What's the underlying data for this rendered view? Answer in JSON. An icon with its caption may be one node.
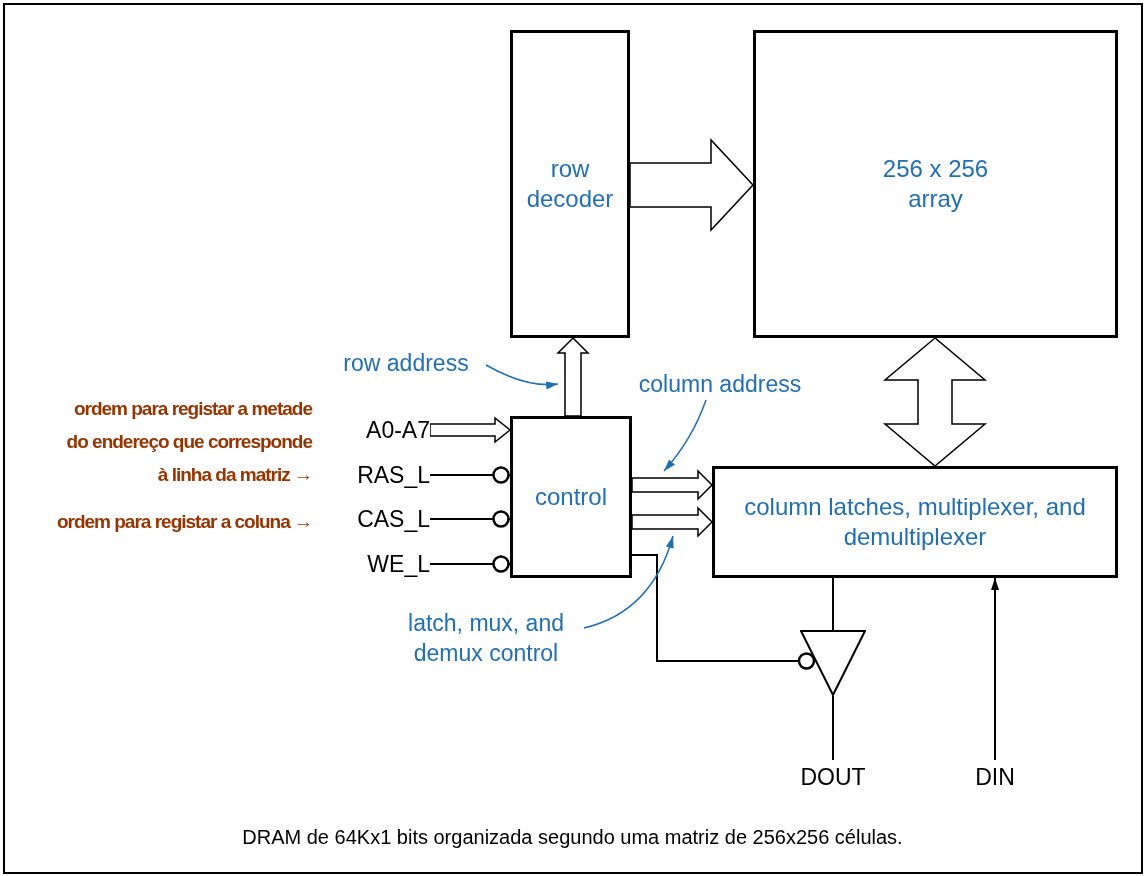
{
  "diagram": {
    "caption": "DRAM de 64Kx1 bits organizada segundo uma matriz de 256x256 células.",
    "nodes": [
      {
        "text": [
          "row decoder"
        ]
      },
      {
        "text": [
          "256 x 256 array"
        ]
      },
      {
        "text": [
          "control"
        ]
      },
      {
        "text": [
          "column latches, multiplexer, and demultiplexer"
        ]
      },
      {
        "text": [],
        "shape": "triangle"
      },
      {
        "text": [
          "A0-A7"
        ]
      },
      {
        "text": [
          "RAS_L"
        ]
      },
      {
        "text": [
          "CAS_L"
        ]
      },
      {
        "text": [
          "WE_L"
        ]
      },
      {
        "text": [
          "DOUT"
        ]
      },
      {
        "text": [
          "DIN"
        ]
      },
      {
        "text": [
          "row address"
        ]
      },
      {
        "text": [
          "column address"
        ]
      },
      {
        "text": [
          "latch, mux, and demux control"
        ]
      }
    ],
    "edges": [
      {
        "from": 0,
        "to": 1,
        "arrow": "to",
        "style": "thick"
      },
      {
        "from": 1,
        "to": 3,
        "arrow": "both",
        "style": "thick"
      },
      {
        "from": 2,
        "to": 0,
        "arrow": "to",
        "style": "thick"
      },
      {
        "from": 5,
        "to": 2,
        "arrow": "to",
        "style": "thick"
      },
      {
        "from": 6,
        "to": 2,
        "arrow": "other"
      },
      {
        "from": 7,
        "to": 2,
        "arrow": "other"
      },
      {
        "from": 8,
        "to": 2,
        "arrow": "other"
      },
      {
        "from": 2,
        "to": 3,
        "arrow": "to",
        "style": "thick"
      },
      {
        "from": 2,
        "to": 3,
        "arrow": "to",
        "style": "thick"
      },
      {
        "from": 2,
        "to": 4,
        "arrow": "other"
      },
      {
        "from": 3,
        "to": 4,
        "arrow": "none"
      },
      {
        "from": 4,
        "to": 9,
        "arrow": "none"
      },
      {
        "from": 10,
        "to": 3,
        "arrow": "to"
      },
      {
        "from": 11,
        "to": null,
        "arrow": "to",
        "color": "#1f6fb5"
      },
      {
        "from": 12,
        "to": null,
        "arrow": "to",
        "color": "#1f6fb5"
      },
      {
        "from": 13,
        "to": null,
        "arrow": "to",
        "color": "#1f6fb5"
      }
    ],
    "labels": [
      "ordem para registar a metade do endereço que corresponde à linha da matriz →",
      "ordem para registar a coluna →"
    ]
  }
}
